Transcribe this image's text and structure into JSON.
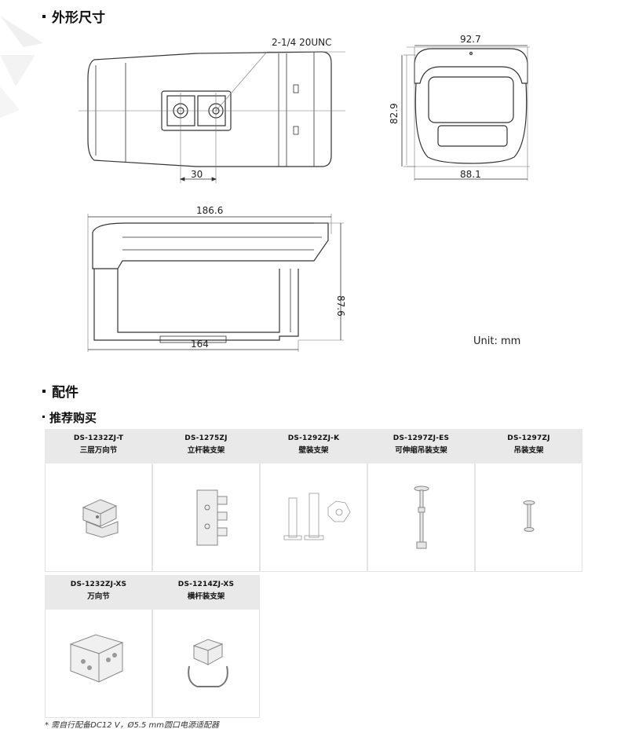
{
  "sections": {
    "dimensions_title": "外形尺寸",
    "accessories_title": "配件",
    "recommended_title": "推荐购买"
  },
  "drawings": {
    "thread_label": "2-1/4 20UNC",
    "bottom_spacing": "30",
    "front_width_top": "92.7",
    "front_height": "82.9",
    "front_width_bottom": "88.1",
    "side_length_total": "186.6",
    "side_length_body": "164",
    "side_height": "87.6",
    "unit": "Unit: mm"
  },
  "accessories": [
    {
      "model": "DS-1232ZJ-T",
      "name": "三层万向节",
      "icon": "three-layer-universal-joint-icon"
    },
    {
      "model": "DS-1275ZJ",
      "name": "立杆装支架",
      "icon": "pole-mount-bracket-icon"
    },
    {
      "model": "DS-1292ZJ-K",
      "name": "壁装支架",
      "icon": "wall-mount-bracket-icon"
    },
    {
      "model": "DS-1297ZJ-ES",
      "name": "可伸缩吊装支架",
      "icon": "telescopic-pendant-bracket-icon"
    },
    {
      "model": "DS-1297ZJ",
      "name": "吊装支架",
      "icon": "pendant-bracket-icon"
    },
    {
      "model": "DS-1232ZJ-XS",
      "name": "万向节",
      "icon": "universal-joint-icon"
    },
    {
      "model": "DS-1214ZJ-XS",
      "name": "横杆装支架",
      "icon": "horizontal-pole-bracket-icon"
    }
  ],
  "footnote": "* 需自行配备DC12 V，Ø5.5 mm圆口电源适配器",
  "colors": {
    "header_bg": "#e9e9e9",
    "line": "#333333"
  }
}
